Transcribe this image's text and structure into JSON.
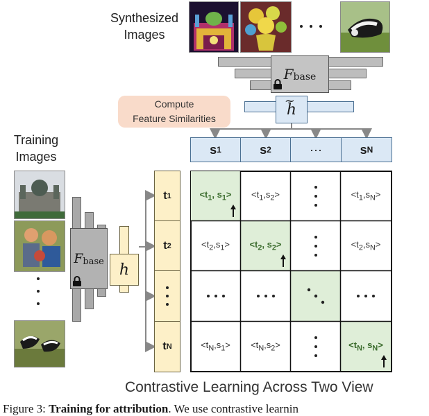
{
  "labels": {
    "synthesized_images": "Synthesized\nImages",
    "training_images": "Training\nImages",
    "compute_feature": "Compute\nFeature Similarities",
    "bottom_title": "Contrastive Learning Across Two View",
    "caption_prefix": "Figure 3: ",
    "caption_bold": "Training for attribution",
    "caption_rest": ". We use contrastive learnin"
  },
  "encoder": {
    "f_base_main": "F",
    "f_base_sub": "base",
    "h_tilde": "h",
    "h": "h"
  },
  "s_headers": [
    {
      "main": "s",
      "sub": "1"
    },
    {
      "main": "s",
      "sub": "2"
    },
    {
      "main": "···",
      "sub": ""
    },
    {
      "main": "s",
      "sub": "N"
    }
  ],
  "t_rows": [
    {
      "main": "t",
      "sub": "1"
    },
    {
      "main": "t",
      "sub": "2"
    },
    {
      "main": "⋮",
      "sub": ""
    },
    {
      "main": "t",
      "sub": "N"
    }
  ],
  "matrix": [
    [
      "<t1, s1>",
      "<t1,s2>",
      "vdots",
      "<t1,sN>"
    ],
    [
      "<t2,s1>",
      "<t2, s2>",
      "vdots",
      "<t2,sN>"
    ],
    [
      "hdots",
      "hdots",
      "ddots",
      "hdots"
    ],
    [
      "<tN,s1>",
      "<tN,s2>",
      "vdots",
      "<tN, sN>"
    ]
  ],
  "colors": {
    "s_box": "#dbe8f5",
    "t_box": "#fdf0c8",
    "positive_cell": "#dfeed8",
    "compute_bubble": "#f9d9c7"
  }
}
